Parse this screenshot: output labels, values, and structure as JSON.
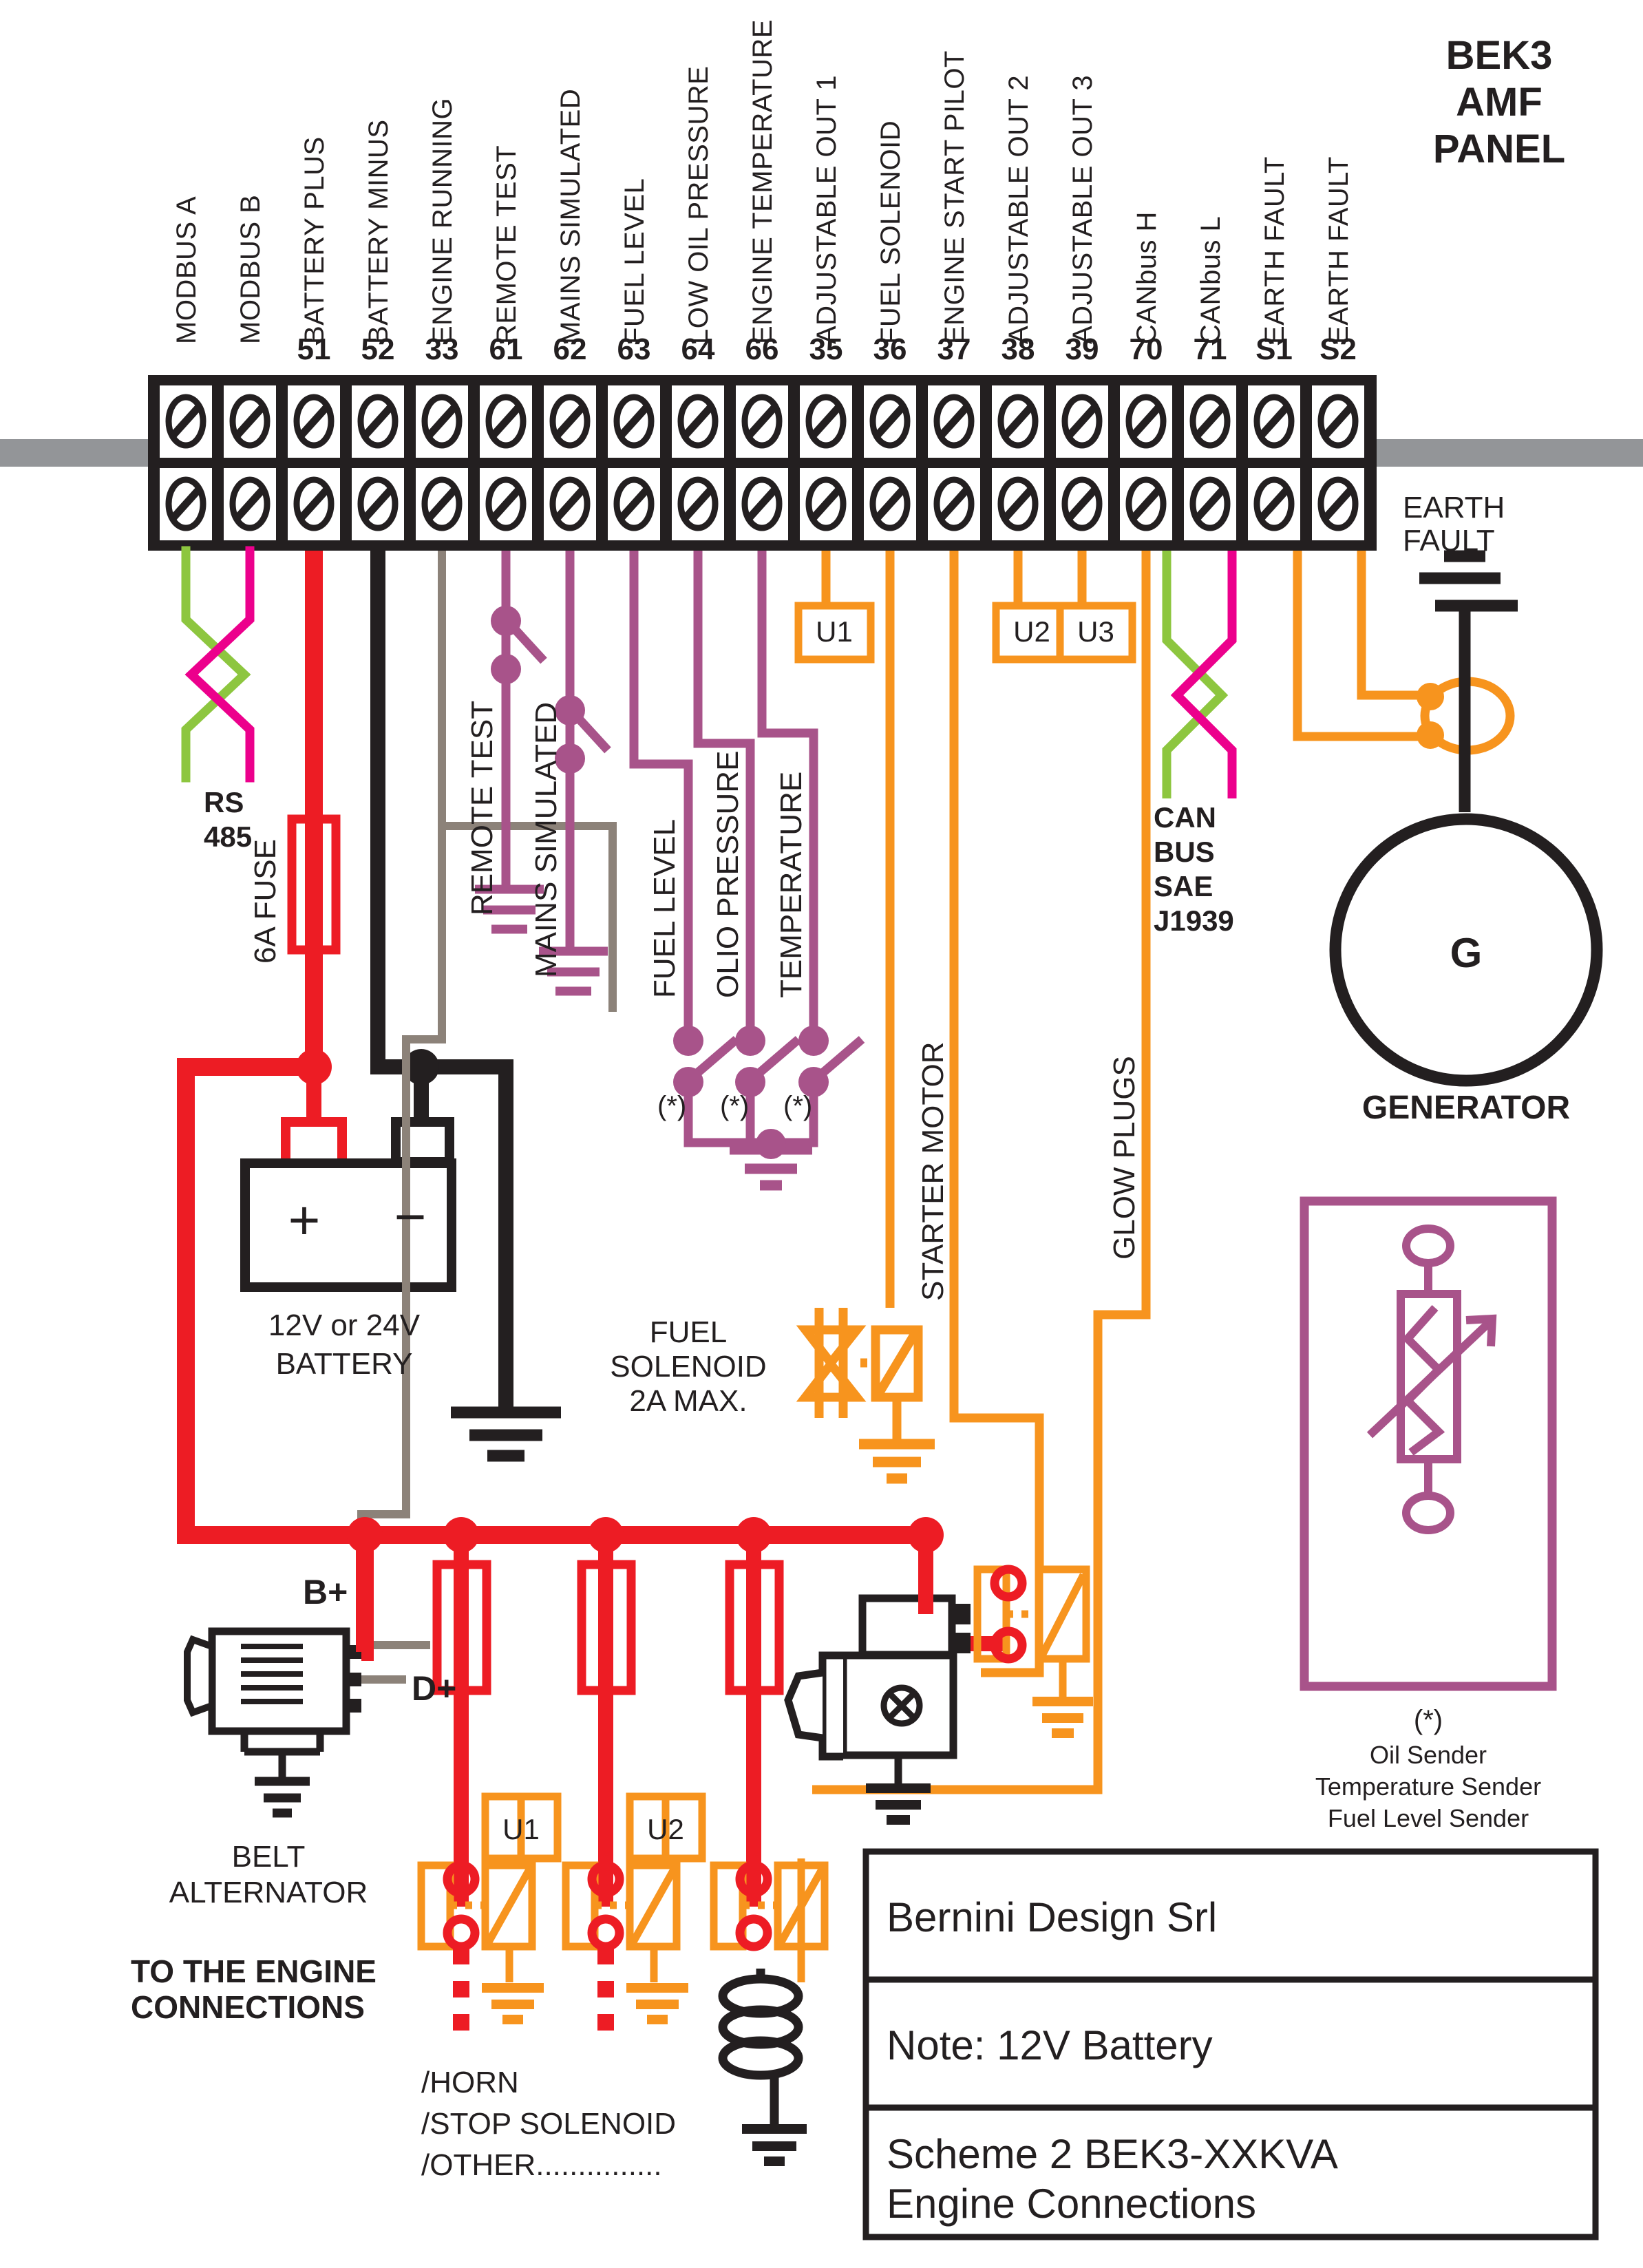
{
  "panel": {
    "title_lines": [
      "BEK3",
      "AMF",
      "PANEL"
    ]
  },
  "terminals": [
    {
      "label": "MODBUS A",
      "number": ""
    },
    {
      "label": "MODBUS B",
      "number": ""
    },
    {
      "label": "BATTERY PLUS",
      "number": "51"
    },
    {
      "label": "BATTERY MINUS",
      "number": "52"
    },
    {
      "label": "ENGINE RUNNING",
      "number": "33"
    },
    {
      "label": "REMOTE TEST",
      "number": "61"
    },
    {
      "label": "MAINS SIMULATED",
      "number": "62"
    },
    {
      "label": "FUEL LEVEL",
      "number": "63"
    },
    {
      "label": "LOW OIL PRESSURE",
      "number": "64"
    },
    {
      "label": "ENGINE TEMPERATURE",
      "number": "66"
    },
    {
      "label": "ADJUSTABLE OUT 1",
      "number": "35"
    },
    {
      "label": "FUEL SOLENOID",
      "number": "36"
    },
    {
      "label": "ENGINE START PILOT",
      "number": "37"
    },
    {
      "label": "ADJUSTABLE OUT 2",
      "number": "38"
    },
    {
      "label": "ADJUSTABLE OUT 3",
      "number": "39"
    },
    {
      "label": "CANbus H",
      "number": "70"
    },
    {
      "label": "CANbus L",
      "number": "71"
    },
    {
      "label": "EARTH FAULT",
      "number": "S1"
    },
    {
      "label": "EARTH FAULT",
      "number": "S2"
    }
  ],
  "annotations": {
    "rs485_line1": "RS",
    "rs485_line2": "485",
    "fuse": "6A FUSE",
    "remote_test": "REMOTE TEST",
    "mains_simulated": "MAINS SIMULATED",
    "fuel_level": "FUEL LEVEL",
    "olio_pressure": "OLIO PRESSURE",
    "temperature": "TEMPERATURE",
    "starter_motor": "STARTER MOTOR",
    "glow_plugs": "GLOW PLUGS",
    "canbus_lines": [
      "CAN",
      "BUS",
      "SAE",
      "J1939"
    ],
    "earth_fault_lines": [
      "EARTH",
      "FAULT"
    ],
    "generator": "GENERATOR",
    "generator_symbol": "G",
    "battery_lines": [
      "12V or 24V",
      "BATTERY"
    ],
    "battery_plus": "+",
    "battery_minus": "−",
    "fuel_solenoid_lines": [
      "FUEL",
      "SOLENOID",
      "2A MAX."
    ],
    "belt_alternator_lines": [
      "BELT",
      "ALTERNATOR"
    ],
    "alt_bplus": "B+",
    "alt_dplus": "D+",
    "to_engine_lines": [
      "TO THE ENGINE",
      "CONNECTIONS"
    ],
    "outputs_list": [
      "/HORN",
      "/STOP SOLENOID",
      "/OTHER..............."
    ],
    "star": "(*)"
  },
  "relay_boxes": {
    "top": [
      "U1",
      "U2",
      "U3"
    ],
    "bottom": [
      "U1",
      "U2"
    ]
  },
  "sender_box": {
    "star": "(*)",
    "captions": [
      "Oil Sender",
      "Temperature Sender",
      "Fuel Level Sender"
    ]
  },
  "title_block": {
    "company": "Bernini Design Srl",
    "note": "Note: 12V Battery",
    "scheme_line1": "Scheme 2  BEK3-XXKVA",
    "scheme_line2": "Engine Connections"
  },
  "colors": {
    "black": "#231f20",
    "red": "#ed1c24",
    "orange": "#f7941e",
    "purple": "#a8538a",
    "magenta": "#ec008c",
    "green": "#8dc63f",
    "grey": "#939598",
    "taupe": "#8c8279"
  }
}
